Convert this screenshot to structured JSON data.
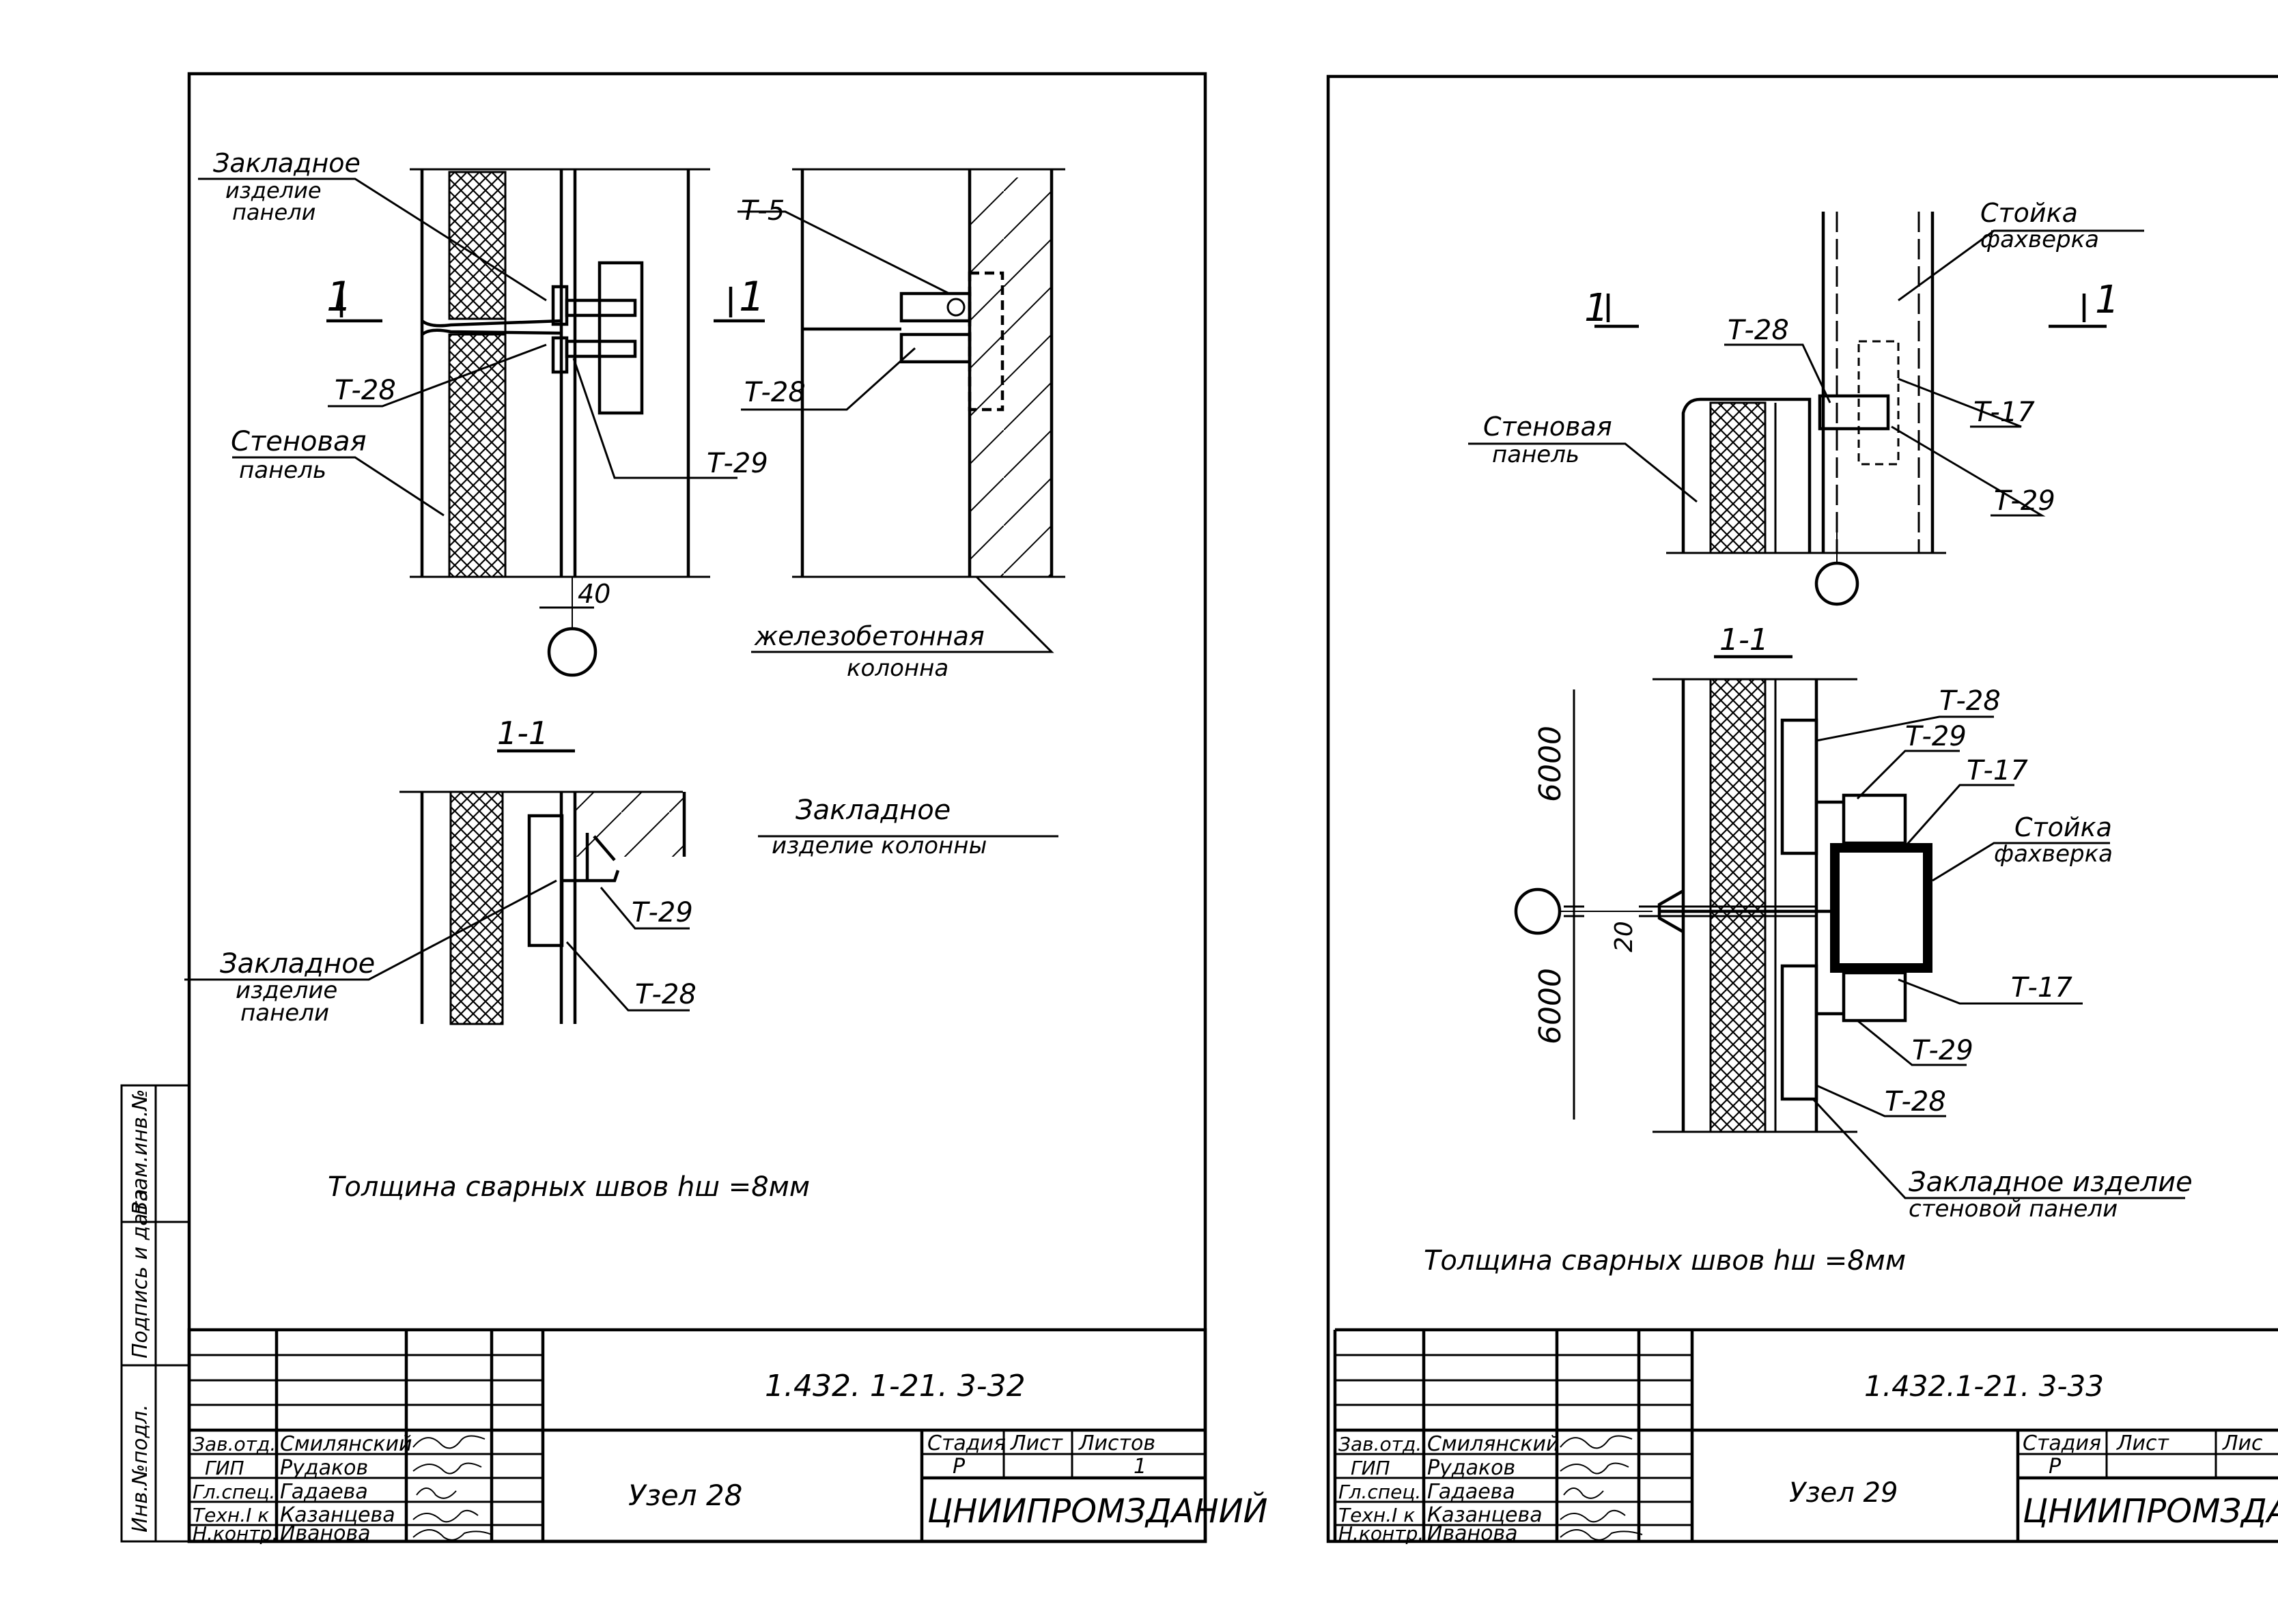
{
  "sheet_left": {
    "callouts": {
      "embedded_panel_top": [
        "Закладное",
        "изделие",
        "панели"
      ],
      "t5": "Т-5",
      "t28_a": "Т-28",
      "t28_b": "Т-28",
      "t29_a": "Т-29",
      "wall_panel": [
        "Стеновая",
        "панель"
      ],
      "rc_column": [
        "железобетонная",
        "колонна"
      ],
      "embedded_column": [
        "Закладное",
        "изделие колонны"
      ],
      "embedded_panel_bottom": [
        "Закладное",
        "изделие",
        "панели"
      ],
      "t29_b": "Т-29",
      "t28_c": "Т-28"
    },
    "section_mark": "1",
    "section_title": "1-1",
    "dim_40": "40",
    "weld_note": "Толщина сварных швов hш =8мм",
    "side_stamp": [
      "Инв.№подл.",
      "Подпись и дата",
      "Взам.инв.№"
    ],
    "title_block": {
      "doc_number": "1.432. 1-21. 3-32",
      "title": "Узел 28",
      "roles": [
        "Зав.отд.",
        "ГИП",
        "Гл.спец.",
        "Техн.I к",
        "Н.контр."
      ],
      "names": [
        "Смилянский",
        "Рудаков",
        "Гадаева",
        "Казанцева",
        "Иванова"
      ],
      "stage_label": "Стадия",
      "sheet_label": "Лист",
      "sheets_label": "Листов",
      "stage": "Р",
      "sheets": "1",
      "org": "ЦНИИПРОМЗДАНИЙ"
    }
  },
  "sheet_right": {
    "callouts": {
      "stoika_top": [
        "Стойка",
        "фахверка"
      ],
      "t28_a": "Т-28",
      "t17_a": "Т-17",
      "wall_panel": [
        "Стеновая",
        "панель"
      ],
      "t29_a": "Т-29",
      "t28_b": "Т-28",
      "t29_b": "Т-29",
      "t17_b": "Т-17",
      "stoika_mid": [
        "Стойка",
        "фахверка"
      ],
      "t17_c": "Т-17",
      "t29_c": "Т-29",
      "t28_c": "Т-28",
      "embedded": [
        "Закладное изделие",
        "стеновой панели"
      ]
    },
    "section_mark": "1",
    "section_title": "1-1",
    "dim_6000_top": "6000",
    "dim_6000_bottom": "6000",
    "dim_20": "20",
    "weld_note": "Толщина сварных швов hш =8мм",
    "title_block": {
      "doc_number": "1.432.1-21. 3-33",
      "title": "Узел 29",
      "roles": [
        "Зав.отд.",
        "ГИП",
        "Гл.спец.",
        "Техн.I к",
        "Н.контр."
      ],
      "names": [
        "Смилянский",
        "Рудаков",
        "Гадаева",
        "Казанцева",
        "Иванова"
      ],
      "stage_label": "Стадия",
      "sheet_label": "Лист",
      "sheets_label": "Лис",
      "stage": "Р",
      "org": "ЦНИИПРОМЗДА"
    }
  }
}
